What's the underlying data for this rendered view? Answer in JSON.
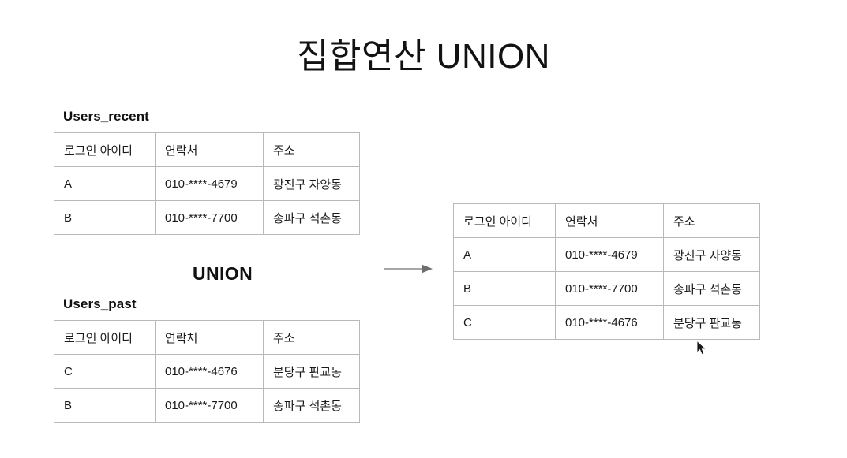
{
  "slide": {
    "title": "집합연산 UNION",
    "operator_label": "UNION"
  },
  "columns": {
    "id": "로그인 아이디",
    "tel": "연락처",
    "address": "주소"
  },
  "tables": {
    "users_recent": {
      "caption": "Users_recent",
      "headers": [
        "로그인 아이디",
        "연락처",
        "주소"
      ],
      "rows": [
        [
          "A",
          "010-****-4679",
          "광진구 자양동"
        ],
        [
          "B",
          "010-****-7700",
          "송파구 석촌동"
        ]
      ]
    },
    "users_past": {
      "caption": "Users_past",
      "headers": [
        "로그인 아이디",
        "연락처",
        "주소"
      ],
      "rows": [
        [
          "C",
          "010-****-4676",
          "분당구 판교동"
        ],
        [
          "B",
          "010-****-7700",
          "송파구 석촌동"
        ]
      ]
    },
    "result": {
      "headers": [
        "로그인 아이디",
        "연락처",
        "주소"
      ],
      "rows": [
        [
          "A",
          "010-****-4679",
          "광진구 자양동"
        ],
        [
          "B",
          "010-****-7700",
          "송파구 석촌동"
        ],
        [
          "C",
          "010-****-4676",
          "분당구 판교동"
        ]
      ]
    }
  },
  "icons": {
    "flow_arrow": "arrow-right-icon",
    "mouse_cursor": "mouse-pointer-icon"
  },
  "colors": {
    "background": "#ffffff",
    "text": "#1a1a1a",
    "table_border": "#b9b9b9",
    "arrow": "#8a8a8a"
  }
}
